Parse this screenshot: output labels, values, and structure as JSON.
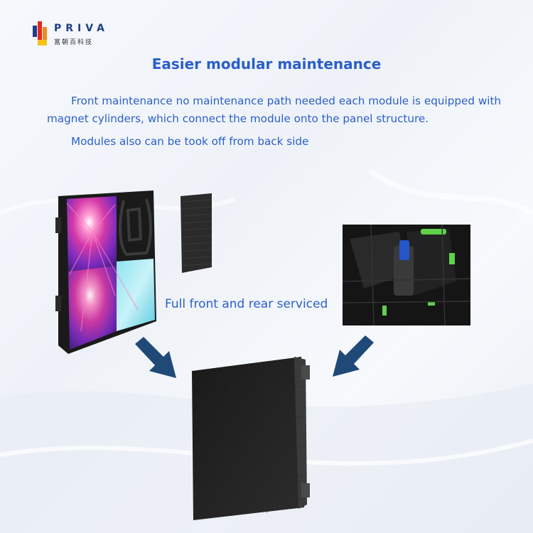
{
  "brand": {
    "name": "PRIVA",
    "tagline": "富朝百科技",
    "colors": {
      "red": "#e6261f",
      "blue": "#1f3e86",
      "yellow": "#f6c21a",
      "orange": "#f08a1c"
    }
  },
  "content": {
    "title": "Easier modular maintenance",
    "paragraph": "Front maintenance no maintenance path needed each module is equipped with magnet cylinders, which connect the module onto the panel structure.",
    "note": "Modules also can be took off from back side",
    "caption": "Full front and rear serviced"
  },
  "colors": {
    "text_blue": "#2b5fc9",
    "arrow_blue": "#1f4a78"
  }
}
